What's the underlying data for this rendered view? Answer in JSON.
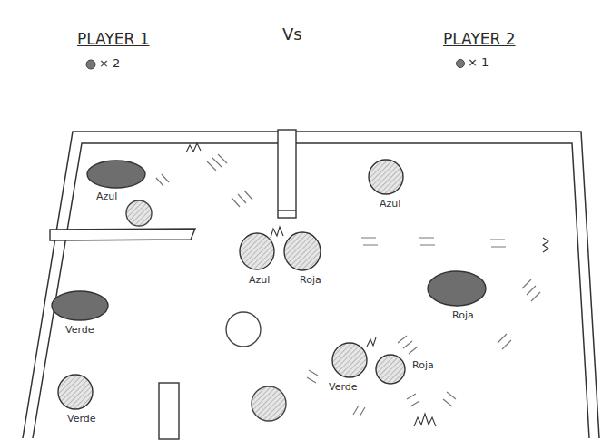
{
  "diagram": {
    "nodes": [
      {
        "text": [
          "Azul"
        ]
      },
      {
        "text": [
          "Azul"
        ]
      },
      {
        "text": [
          "Azul"
        ]
      },
      {
        "text": [
          "Roja"
        ]
      },
      {
        "text": [
          "Roja"
        ]
      },
      {
        "text": [
          "Verde"
        ]
      },
      {
        "text": [
          "Verde"
        ]
      },
      {
        "text": [
          "Roja"
        ]
      },
      {
        "text": [
          "Verde"
        ]
      }
    ],
    "labels": [
      "PLAYER 1",
      "× 2",
      "Vs",
      "PLAYER 2",
      "× 1"
    ]
  }
}
